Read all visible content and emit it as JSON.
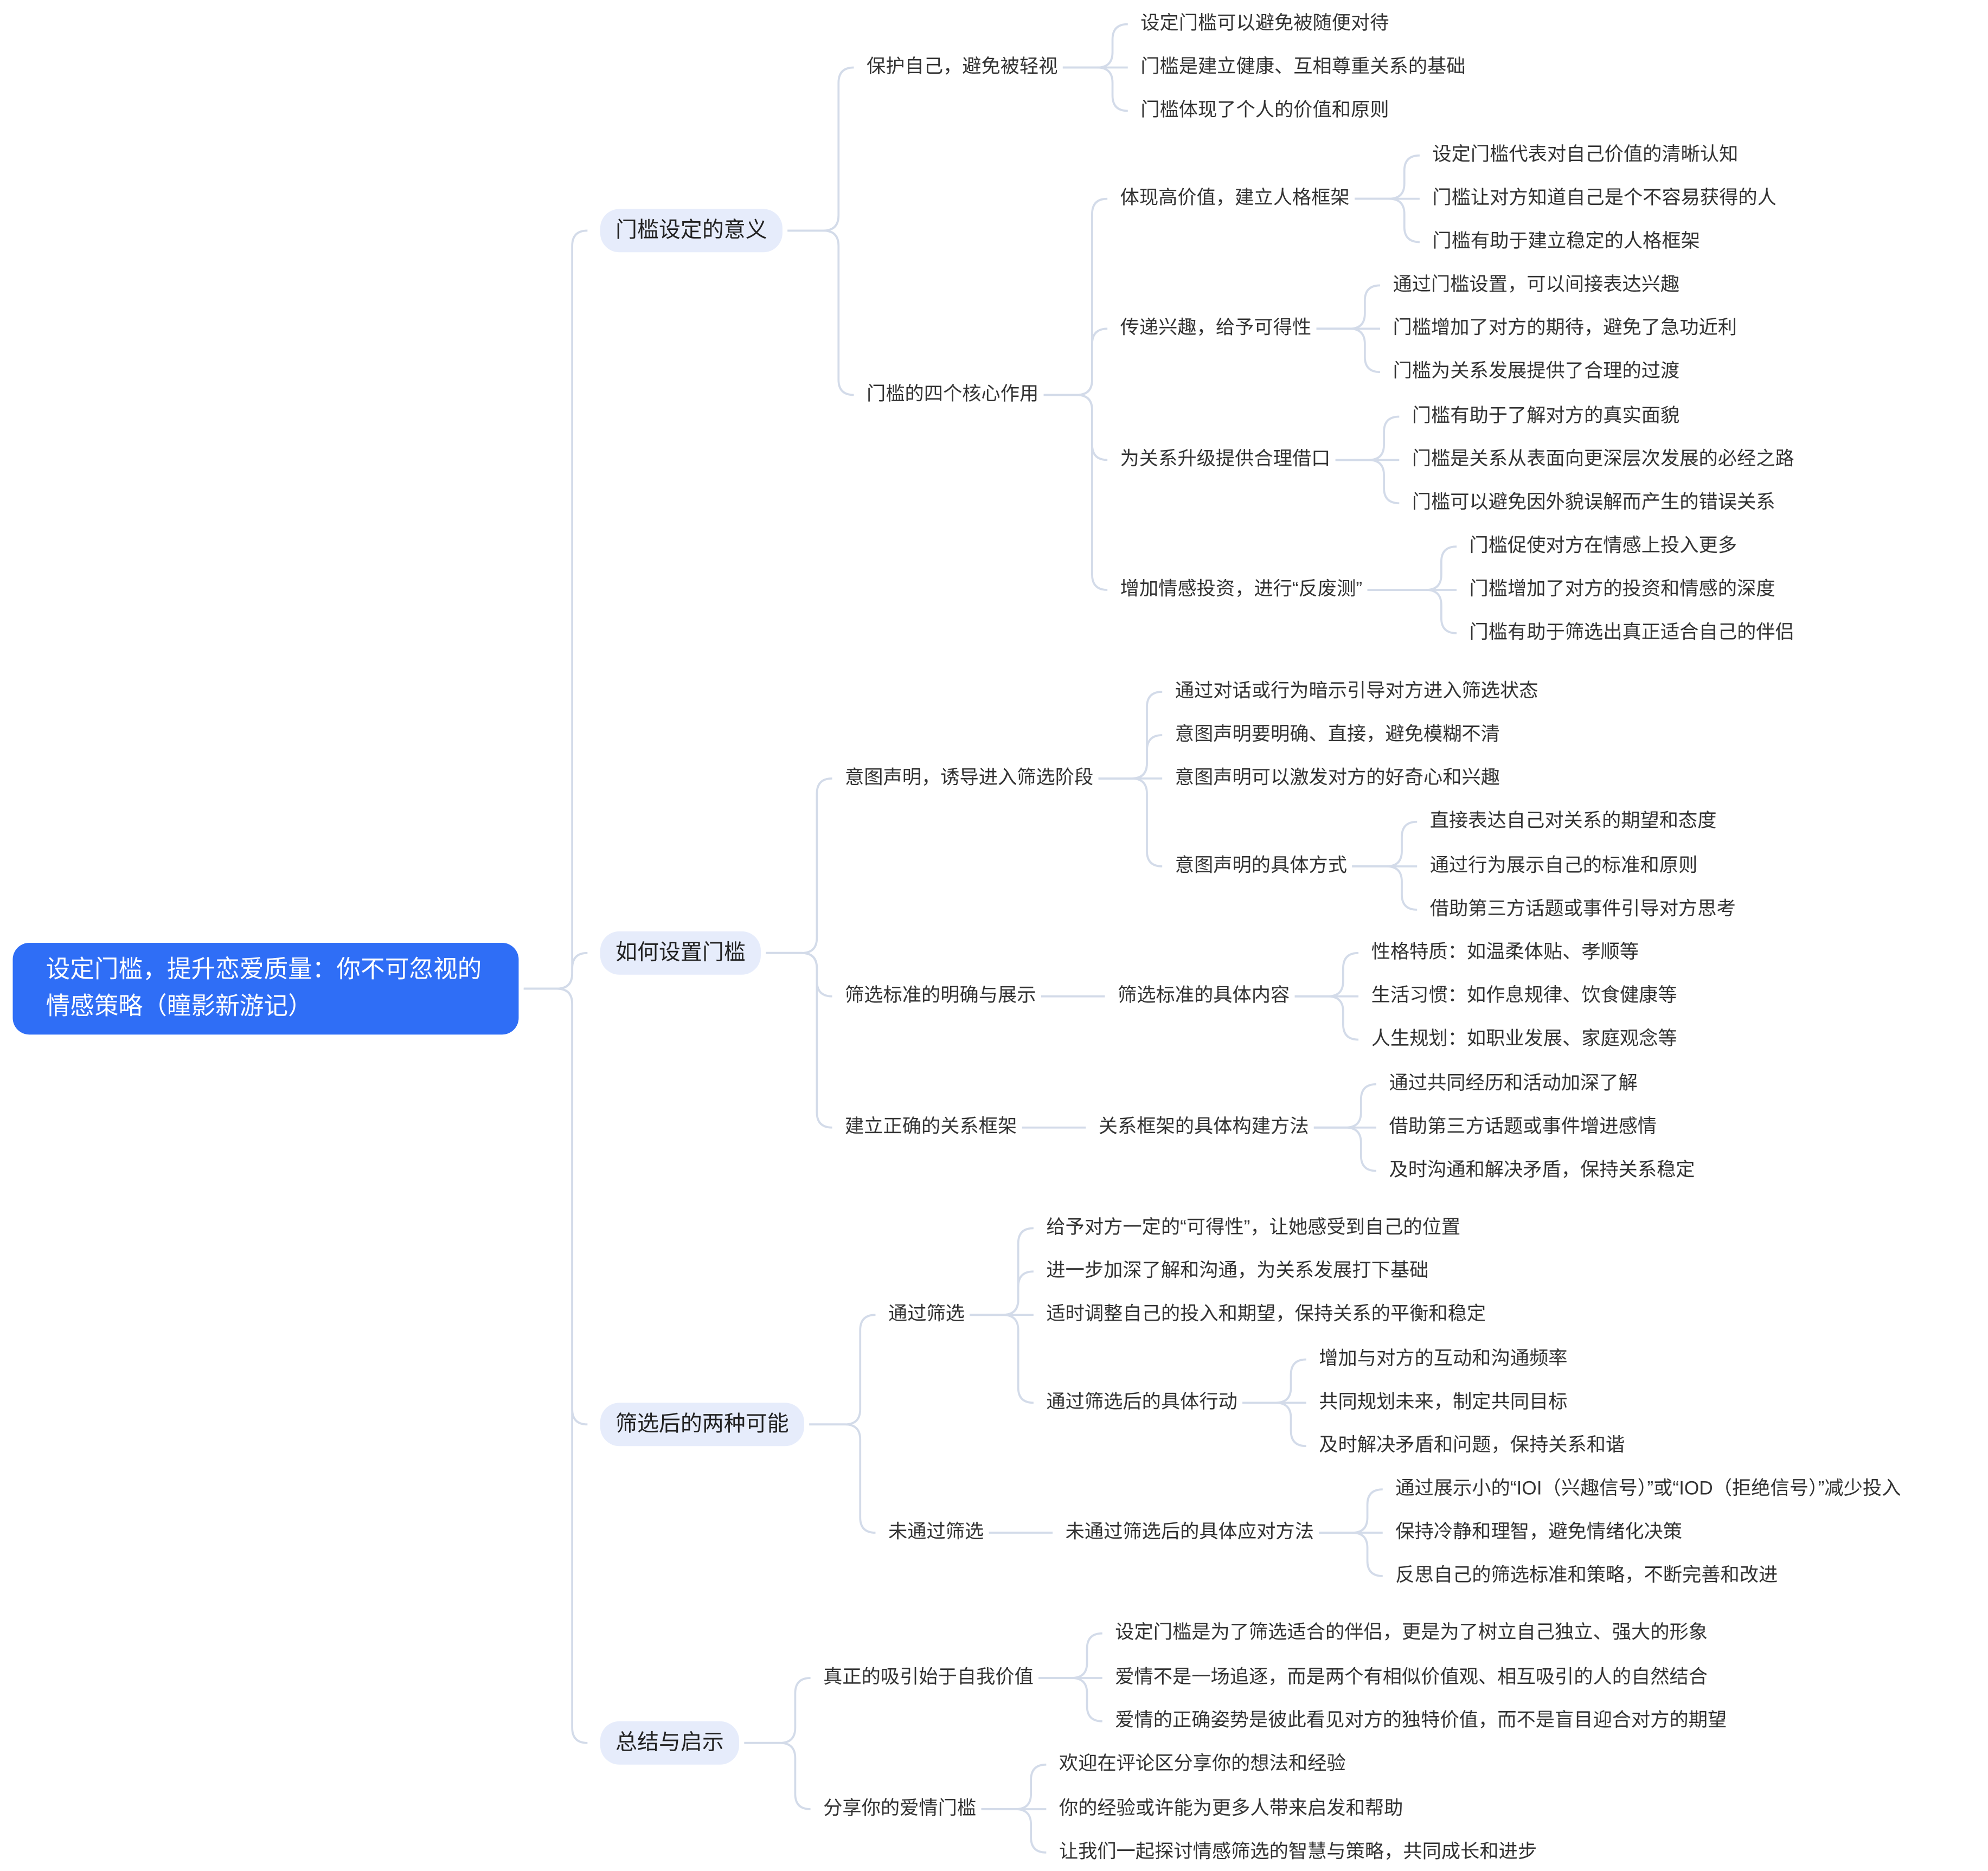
{
  "diagram": {
    "type": "mindmap",
    "colors": {
      "root_fill": "#2f6ef6",
      "branch_fill": "#e6ecfb",
      "edge": "#d3dbe9",
      "text": "#333333"
    },
    "root": {
      "id": "root",
      "label": "设定门槛，提升恋爱质量：你不可忽视的情感策略（瞳影新游记）",
      "children": [
        {
          "id": "m1",
          "label": "门槛设定的意义",
          "children": [
            {
              "id": "m1a",
              "label": "保护自己，避免被轻视",
              "children": [
                {
                  "id": "m1a1",
                  "label": "设定门槛可以避免被随便对待"
                },
                {
                  "id": "m1a2",
                  "label": "门槛是建立健康、互相尊重关系的基础"
                },
                {
                  "id": "m1a3",
                  "label": "门槛体现了个人的价值和原则"
                }
              ]
            },
            {
              "id": "m1b",
              "label": "门槛的四个核心作用",
              "children": [
                {
                  "id": "m1b1",
                  "label": "体现高价值，建立人格框架",
                  "children": [
                    {
                      "id": "m1b1a",
                      "label": "设定门槛代表对自己价值的清晰认知"
                    },
                    {
                      "id": "m1b1b",
                      "label": "门槛让对方知道自己是个不容易获得的人"
                    },
                    {
                      "id": "m1b1c",
                      "label": "门槛有助于建立稳定的人格框架"
                    }
                  ]
                },
                {
                  "id": "m1b2",
                  "label": "传递兴趣，给予可得性",
                  "children": [
                    {
                      "id": "m1b2a",
                      "label": "通过门槛设置，可以间接表达兴趣"
                    },
                    {
                      "id": "m1b2b",
                      "label": "门槛增加了对方的期待，避免了急功近利"
                    },
                    {
                      "id": "m1b2c",
                      "label": "门槛为关系发展提供了合理的过渡"
                    }
                  ]
                },
                {
                  "id": "m1b3",
                  "label": "为关系升级提供合理借口",
                  "children": [
                    {
                      "id": "m1b3a",
                      "label": "门槛有助于了解对方的真实面貌"
                    },
                    {
                      "id": "m1b3b",
                      "label": "门槛是关系从表面向更深层次发展的必经之路"
                    },
                    {
                      "id": "m1b3c",
                      "label": "门槛可以避免因外貌误解而产生的错误关系"
                    }
                  ]
                },
                {
                  "id": "m1b4",
                  "label": "增加情感投资，进行“反废测”",
                  "children": [
                    {
                      "id": "m1b4a",
                      "label": "门槛促使对方在情感上投入更多"
                    },
                    {
                      "id": "m1b4b",
                      "label": "门槛增加了对方的投资和情感的深度"
                    },
                    {
                      "id": "m1b4c",
                      "label": "门槛有助于筛选出真正适合自己的伴侣"
                    }
                  ]
                }
              ]
            }
          ]
        },
        {
          "id": "m2",
          "label": "如何设置门槛",
          "children": [
            {
              "id": "m2a",
              "label": "意图声明，诱导进入筛选阶段",
              "children": [
                {
                  "id": "m2a1",
                  "label": "通过对话或行为暗示引导对方进入筛选状态"
                },
                {
                  "id": "m2a2",
                  "label": "意图声明要明确、直接，避免模糊不清"
                },
                {
                  "id": "m2a3",
                  "label": "意图声明可以激发对方的好奇心和兴趣"
                },
                {
                  "id": "m2a4",
                  "label": "意图声明的具体方式",
                  "children": [
                    {
                      "id": "m2a4a",
                      "label": "直接表达自己对关系的期望和态度"
                    },
                    {
                      "id": "m2a4b",
                      "label": "通过行为展示自己的标准和原则"
                    },
                    {
                      "id": "m2a4c",
                      "label": "借助第三方话题或事件引导对方思考"
                    }
                  ]
                }
              ]
            },
            {
              "id": "m2b",
              "label": "筛选标准的明确与展示",
              "children": [
                {
                  "id": "m2b1",
                  "label": "筛选标准的具体内容",
                  "children": [
                    {
                      "id": "m2b1a",
                      "label": "性格特质：如温柔体贴、孝顺等"
                    },
                    {
                      "id": "m2b1b",
                      "label": "生活习惯：如作息规律、饮食健康等"
                    },
                    {
                      "id": "m2b1c",
                      "label": "人生规划：如职业发展、家庭观念等"
                    }
                  ]
                }
              ]
            },
            {
              "id": "m2c",
              "label": "建立正确的关系框架",
              "children": [
                {
                  "id": "m2c1",
                  "label": "关系框架的具体构建方法",
                  "children": [
                    {
                      "id": "m2c1a",
                      "label": "通过共同经历和活动加深了解"
                    },
                    {
                      "id": "m2c1b",
                      "label": "借助第三方话题或事件增进感情"
                    },
                    {
                      "id": "m2c1c",
                      "label": "及时沟通和解决矛盾，保持关系稳定"
                    }
                  ]
                }
              ]
            }
          ]
        },
        {
          "id": "m3",
          "label": "筛选后的两种可能",
          "children": [
            {
              "id": "m3a",
              "label": "通过筛选",
              "children": [
                {
                  "id": "m3a1",
                  "label": "给予对方一定的“可得性”，让她感受到自己的位置"
                },
                {
                  "id": "m3a2",
                  "label": "进一步加深了解和沟通，为关系发展打下基础"
                },
                {
                  "id": "m3a3",
                  "label": "适时调整自己的投入和期望，保持关系的平衡和稳定"
                },
                {
                  "id": "m3a4",
                  "label": "通过筛选后的具体行动",
                  "children": [
                    {
                      "id": "m3a4a",
                      "label": "增加与对方的互动和沟通频率"
                    },
                    {
                      "id": "m3a4b",
                      "label": "共同规划未来，制定共同目标"
                    },
                    {
                      "id": "m3a4c",
                      "label": "及时解决矛盾和问题，保持关系和谐"
                    }
                  ]
                }
              ]
            },
            {
              "id": "m3b",
              "label": "未通过筛选",
              "children": [
                {
                  "id": "m3b1",
                  "label": "未通过筛选后的具体应对方法",
                  "children": [
                    {
                      "id": "m3b1a",
                      "label": "通过展示小的“IOI（兴趣信号）”或“IOD（拒绝信号）”减少投入"
                    },
                    {
                      "id": "m3b1b",
                      "label": "保持冷静和理智，避免情绪化决策"
                    },
                    {
                      "id": "m3b1c",
                      "label": "反思自己的筛选标准和策略，不断完善和改进"
                    }
                  ]
                }
              ]
            }
          ]
        },
        {
          "id": "m4",
          "label": "总结与启示",
          "children": [
            {
              "id": "m4a",
              "label": "真正的吸引始于自我价值",
              "children": [
                {
                  "id": "m4a1",
                  "label": "设定门槛是为了筛选适合的伴侣，更是为了树立自己独立、强大的形象"
                },
                {
                  "id": "m4a2",
                  "label": "爱情不是一场追逐，而是两个有相似价值观、相互吸引的人的自然结合"
                },
                {
                  "id": "m4a3",
                  "label": "爱情的正确姿势是彼此看见对方的独特价值，而不是盲目迎合对方的期望"
                }
              ]
            },
            {
              "id": "m4b",
              "label": "分享你的爱情门槛",
              "children": [
                {
                  "id": "m4b1",
                  "label": "欢迎在评论区分享你的想法和经验"
                },
                {
                  "id": "m4b2",
                  "label": "你的经验或许能为更多人带来启发和帮助"
                },
                {
                  "id": "m4b3",
                  "label": "让我们一起探讨情感筛选的智慧与策略，共同成长和进步"
                }
              ]
            }
          ]
        }
      ]
    }
  }
}
